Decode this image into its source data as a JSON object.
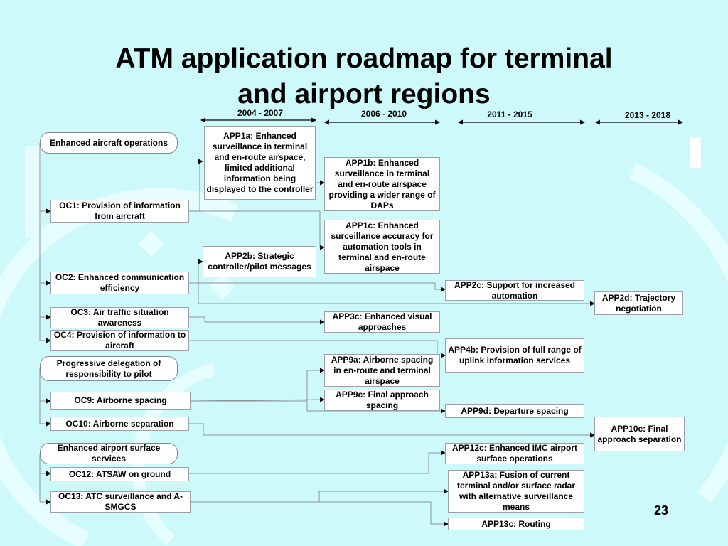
{
  "title": {
    "line1": "ATM application roadmap for terminal",
    "line2": "and airport regions"
  },
  "periods": [
    "2004 - 2007",
    "2006 - 2010",
    "2011 - 2015",
    "2013 - 2018"
  ],
  "capability_groups": {
    "enhanced_aircraft_operations": "Enhanced aircraft operations",
    "progressive_delegation": "Progressive delegation of responsibility to pilot",
    "enhanced_airport_surface": "Enhanced airport surface services"
  },
  "operational_concepts": {
    "oc1": "OC1: Provision of information from aircraft",
    "oc2": "OC2: Enhanced communication efficiency",
    "oc3": "OC3: Air traffic situation awareness",
    "oc4": "OC4: Provision of information to aircraft",
    "oc9": "OC9: Airborne spacing",
    "oc10": "OC10: Airborne separation",
    "oc12": "OC12: ATSAW on ground",
    "oc13": "OC13: ATC surveillance and A-SMGCS"
  },
  "applications": {
    "app1a": "APP1a: Enhanced surveillance in terminal and en-route airspace, limited additional information being displayed to the controller",
    "app1b": "APP1b: Enhanced surveillance in terminal and en-route airspace providing a wider range of DAPs",
    "app1c": "APP1c: Enhanced surceillance accuracy for automation tools in terminal and en-route airspace",
    "app2b": "APP2b: Strategic controller/pilot messages",
    "app2c": "APP2c: Support for increased automation",
    "app2d": "APP2d: Trajectory negotiation",
    "app3c": "APP3c: Enhanced visual approaches",
    "app4b": "APP4b: Provision of full range of uplink information services",
    "app9a": "APP9a: Airborne spacing in en-route and terminal airspace",
    "app9c": "APP9c: Final approach spacing",
    "app9d": "APP9d: Departure spacing",
    "app10c": "APP10c: Final approach separation",
    "app12c": "APP12c: Enhanced IMC airport surface operations",
    "app13a": "APP13a: Fusion of current terminal and/or surface radar with alternative surveillance means",
    "app13c": "APP13c: Routing"
  },
  "page_number": "23",
  "colors": {
    "background": "#cdf9fb",
    "decoration": "#e9feff",
    "box_border": "#9aa0a6",
    "connector": "#8a9298"
  }
}
